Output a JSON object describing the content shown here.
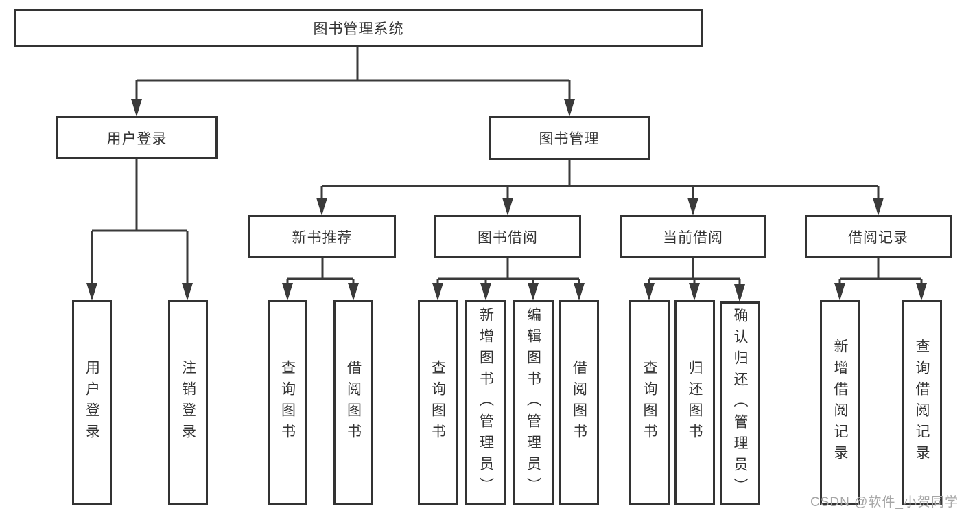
{
  "diagram": {
    "root": {
      "label": "图书管理系统"
    },
    "branches": [
      {
        "label": "用户登录",
        "children": [
          {
            "label": "用户登录"
          },
          {
            "label": "注销登录"
          }
        ]
      },
      {
        "label": "图书管理",
        "children": [
          {
            "label": "新书推荐",
            "children": [
              {
                "label": "查询图书"
              },
              {
                "label": "借阅图书"
              }
            ]
          },
          {
            "label": "图书借阅",
            "children": [
              {
                "label": "查询图书"
              },
              {
                "label": "新增图书（管理员）"
              },
              {
                "label": "编辑图书（管理员）"
              },
              {
                "label": "借阅图书"
              }
            ]
          },
          {
            "label": "当前借阅",
            "children": [
              {
                "label": "查询图书"
              },
              {
                "label": "归还图书"
              },
              {
                "label": "确认归还（管理员）"
              }
            ]
          },
          {
            "label": "借阅记录",
            "children": [
              {
                "label": "新增借阅记录"
              },
              {
                "label": "查询借阅记录"
              }
            ]
          }
        ]
      }
    ],
    "watermark": "CSDN @软件_小贺同学",
    "colors": {
      "line": "#3a3a3a",
      "border": "#333333",
      "text": "#333333",
      "watermark": "#a6a6a6",
      "background": "#ffffff"
    }
  }
}
